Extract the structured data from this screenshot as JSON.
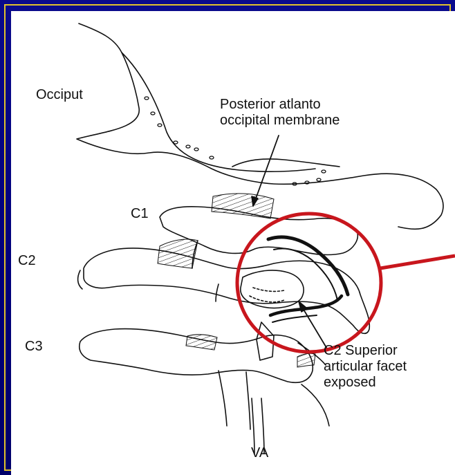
{
  "labels": {
    "occiput": "Occiput",
    "posterior_membrane": [
      "Posterior atlanto",
      "occipital membrane"
    ],
    "c1": "C1",
    "c2": "C2",
    "c3": "C3",
    "c2_facet": [
      "C2 Superior",
      "articular facet",
      "exposed"
    ],
    "va": "VA"
  },
  "colors": {
    "background": "#00007a",
    "border": "#e2c22a",
    "panel": "#ffffff",
    "highlight_circle": "#c8161d",
    "ink": "#111111"
  }
}
